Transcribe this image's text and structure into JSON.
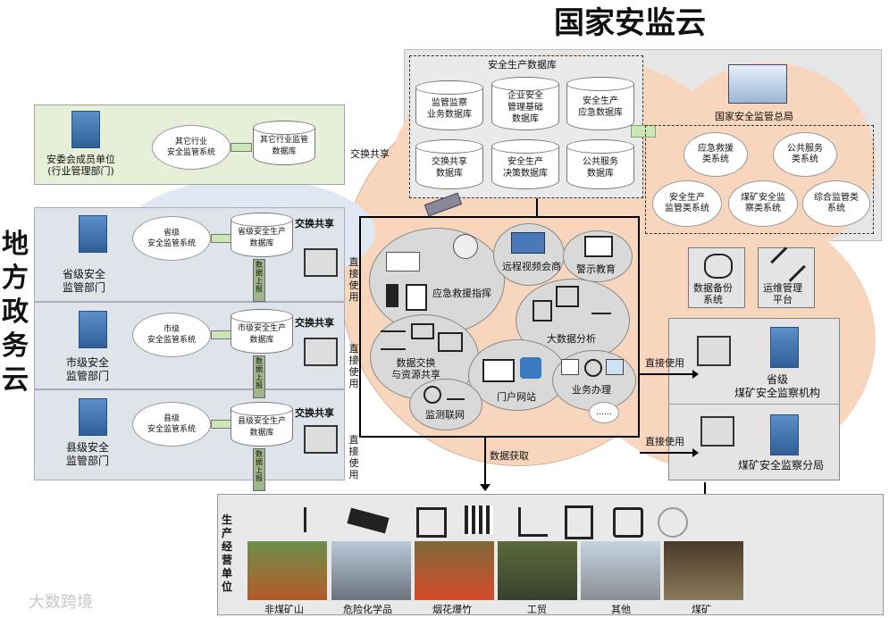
{
  "title_national": "国家安监云",
  "title_local": "地方政务云",
  "watermark": "大数跨境",
  "safety_db": {
    "title": "安全生产数据库",
    "items": [
      "监管监察\n业务数据库",
      "企业安全\n管理基础\n数据库",
      "安全生产\n应急数据库",
      "交换共享\n数据库",
      "安全生产\n决策数据库",
      "公共服务\n数据库"
    ]
  },
  "national_admin": "国家安全监管总局",
  "systems": [
    "应急救援\n类系统",
    "公共服务\n类系统",
    "安全生产\n监管类系统",
    "煤矿安全监\n察类系统",
    "综合监管类\n系统"
  ],
  "member_unit": {
    "label": "安委会成员单位\n(行业管理部门)",
    "system": "其它行业\n安全监管系统",
    "db": "其它行业监管\n数据库",
    "exchange": "交换共享"
  },
  "levels": [
    {
      "dept": "省级安全\n监管部门",
      "system": "省级\n安全监管系统",
      "db": "省级安全生产\n数据库",
      "exchange": "交换共享",
      "direct": "直接使用",
      "upload": "数据上报"
    },
    {
      "dept": "市级安全\n监管部门",
      "system": "市级\n安全监管系统",
      "db": "市级安全生产\n数据库",
      "exchange": "交换共享",
      "direct": "直接使用",
      "upload": "数据上报"
    },
    {
      "dept": "县级安全\n监管部门",
      "system": "县级\n安全监管系统",
      "db": "县级安全生产\n数据库",
      "exchange": "交换共享",
      "direct": "直接使用",
      "upload": "数据上报"
    }
  ],
  "services": {
    "emergency": "应急救援指挥",
    "video": "远程视频会商",
    "warning": "警示教育",
    "bigdata": "大数据分析",
    "exchange": "数据交换\n与资源共享",
    "portal": "门户网站",
    "business": "业务办理",
    "monitor": "监测联网",
    "more": "……"
  },
  "backup": "数据备份\n系统",
  "ops": "运维管理\n平台",
  "coal": {
    "provincial": "省级\n煤矿安全监察机构",
    "branch": "煤矿安全监察分局",
    "direct1": "直接使用",
    "direct2": "直接使用"
  },
  "data_fetch": "数据获取",
  "production": {
    "label": "生产经营单位",
    "photos": [
      "非煤矿山",
      "危险化学品",
      "烟花爆竹",
      "工贸",
      "其他",
      "煤矿"
    ]
  }
}
